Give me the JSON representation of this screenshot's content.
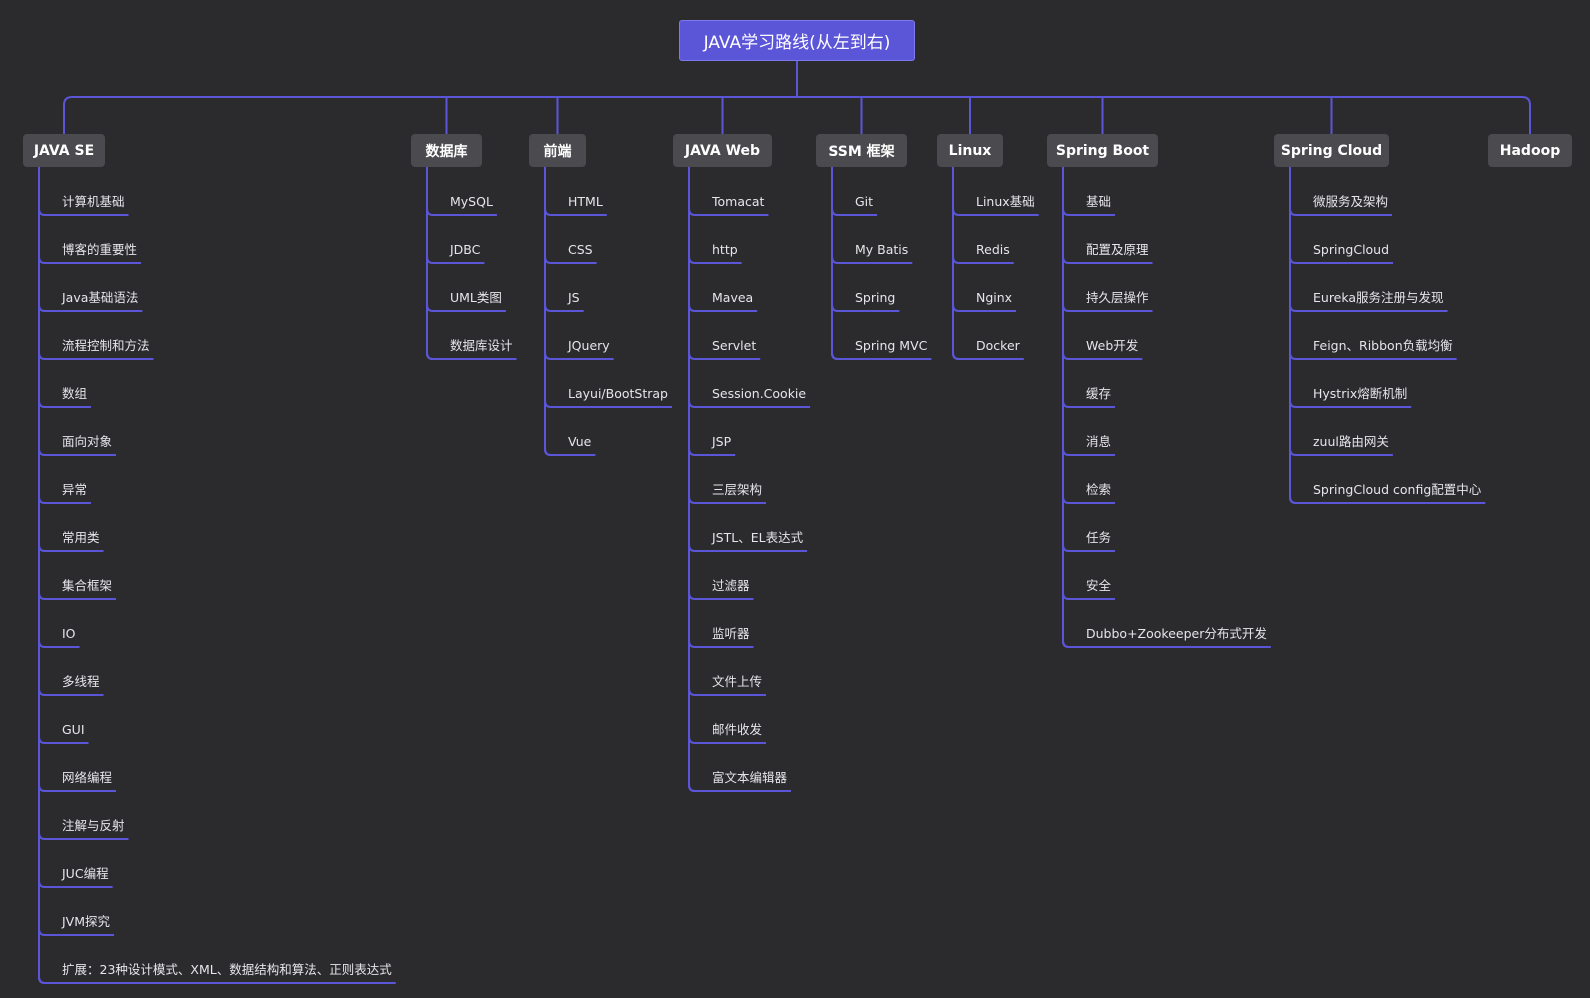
{
  "root": {
    "label": "JAVA学习路线(从左到右)"
  },
  "colors": {
    "background": "#2b2b2e",
    "root_fill": "#5b55d8",
    "node_fill": "#4a4a4f",
    "line": "#5b55d8",
    "text": "#e6e6ea"
  },
  "categories": [
    {
      "label": "JAVA SE",
      "items": [
        "计算机基础",
        "博客的重要性",
        "Java基础语法",
        "流程控制和方法",
        "数组",
        "面向对象",
        "异常",
        "常用类",
        "集合框架",
        "IO",
        "多线程",
        "GUI",
        "网络编程",
        "注解与反射",
        "JUC编程",
        "JVM探究",
        "扩展：23种设计模式、XML、数据结构和算法、正则表达式"
      ]
    },
    {
      "label": "数据库",
      "items": [
        "MySQL",
        "JDBC",
        "UML类图",
        "数据库设计"
      ]
    },
    {
      "label": "前端",
      "items": [
        "HTML",
        "CSS",
        "JS",
        "JQuery",
        "Layui/BootStrap",
        "Vue"
      ]
    },
    {
      "label": "JAVA Web",
      "items": [
        "Tomacat",
        "http",
        "Mavea",
        "Servlet",
        "Session.Cookie",
        "JSP",
        "三层架构",
        "JSTL、EL表达式",
        "过滤器",
        "监听器",
        "文件上传",
        "邮件收发",
        "富文本编辑器"
      ]
    },
    {
      "label": "SSM 框架",
      "items": [
        "Git",
        "My Batis",
        "Spring",
        "Spring MVC"
      ]
    },
    {
      "label": "Linux",
      "items": [
        "Linux基础",
        "Redis",
        "Nginx",
        "Docker"
      ]
    },
    {
      "label": "Spring Boot",
      "items": [
        "基础",
        "配置及原理",
        "持久层操作",
        "Web开发",
        "缓存",
        "消息",
        "检索",
        "任务",
        "安全",
        "Dubbo+Zookeeper分布式开发"
      ]
    },
    {
      "label": "Spring Cloud",
      "items": [
        "微服务及架构",
        "SpringCloud",
        "Eureka服务注册与发现",
        "Feign、Ribbon负载均衡",
        "Hystrix熔断机制",
        "zuul路由网关",
        "SpringCloud config配置中心"
      ]
    },
    {
      "label": "Hadoop",
      "items": []
    }
  ]
}
